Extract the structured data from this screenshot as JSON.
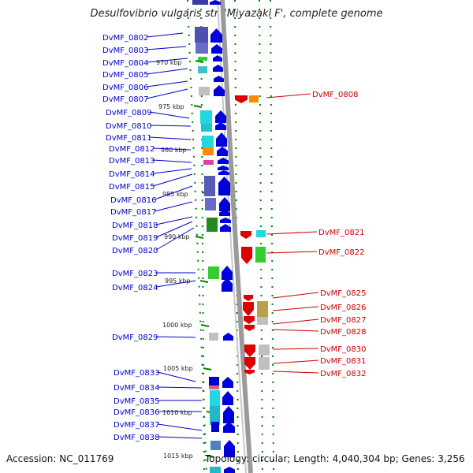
{
  "header": {
    "title": "Desulfovibrio vulgaris str. 'Miyazaki F', complete genome"
  },
  "footer": {
    "accession": "Accession: NC_011769",
    "summary": "Topology: circular; Length: 4,040,304 bp; Genes: 3,256"
  },
  "map": {
    "colors": {
      "left_label": "#0000cc",
      "right_label": "#cc0000",
      "backbone": "#9a9a9a",
      "tick": "#008000",
      "scale_text": "#222222"
    },
    "scale_labels": [
      "970 kbp",
      "975 kbp",
      "980 kbp",
      "985 kbp",
      "990 kbp",
      "995 kbp",
      "1000 kbp",
      "1005 kbp",
      "1010 kbp",
      "1015 kbp"
    ],
    "left_genes": [
      "DvMF_0802",
      "DvMF_0803",
      "DvMF_0804",
      "DvMF_0805",
      "DvMF_0806",
      "DvMF_0807",
      "DvMF_0809",
      "DvMF_0810",
      "DvMF_0811",
      "DvMF_0812",
      "DvMF_0813",
      "DvMF_0814",
      "DvMF_0815",
      "DvMF_0816",
      "DvMF_0817",
      "DvMF_0818",
      "DvMF_0819",
      "DvMF_0820",
      "DvMF_0823",
      "DvMF_0824",
      "DvMF_0829",
      "DvMF_0833",
      "DvMF_0834",
      "DvMF_0835",
      "DvMF_0836",
      "DvMF_0837",
      "DvMF_0838"
    ],
    "right_genes": [
      "DvMF_0808",
      "DvMF_0821",
      "DvMF_0822",
      "DvMF_0825",
      "DvMF_0826",
      "DvMF_0827",
      "DvMF_0828",
      "DvMF_0830",
      "DvMF_0831",
      "DvMF_0832"
    ]
  }
}
